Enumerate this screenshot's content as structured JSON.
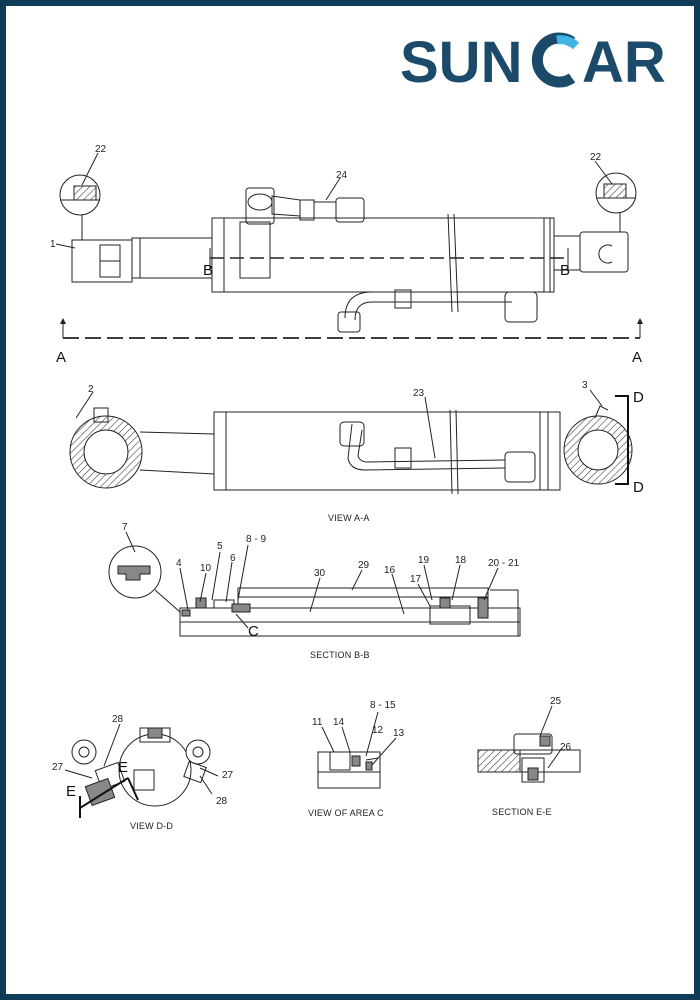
{
  "brand": {
    "part1": "SUN",
    "part2": "AR",
    "primary_color": "#1b4a6b",
    "accent_color": "#3fb5e6"
  },
  "callouts": {
    "top_22_left": "22",
    "top_24": "24",
    "top_22_right": "22",
    "top_1": "1",
    "top_b_left": "B",
    "top_b_right": "B",
    "top_a_left": "A",
    "top_a_right": "A",
    "mid_2": "2",
    "mid_23": "23",
    "mid_3": "3",
    "mid_d_top": "D",
    "mid_d_bottom": "D",
    "sec_7": "7",
    "sec_4": "4",
    "sec_5": "5",
    "sec_6": "6",
    "sec_8_9": "8 - 9",
    "sec_10": "10",
    "sec_30": "30",
    "sec_29": "29",
    "sec_16": "16",
    "sec_19": "19",
    "sec_18": "18",
    "sec_17": "17",
    "sec_20_21": "20 - 21",
    "sec_c": "C",
    "dd_28_top": "28",
    "dd_27_left": "27",
    "dd_e_right": "E",
    "dd_e_left": "E",
    "dd_27_right": "27",
    "dd_28_bottom": "28",
    "vc_8_15": "8 - 15",
    "vc_11": "11",
    "vc_14": "14",
    "vc_12": "12",
    "vc_13": "13",
    "ee_25": "25",
    "ee_26": "26"
  },
  "captions": {
    "view_aa": "VIEW A-A",
    "section_bb": "SECTION B-B",
    "view_dd": "VIEW D-D",
    "view_area_c": "VIEW OF AREA C",
    "section_ee": "SECTION E-E"
  },
  "icons": {
    "logo_mark": "c-arc-logo-icon"
  }
}
